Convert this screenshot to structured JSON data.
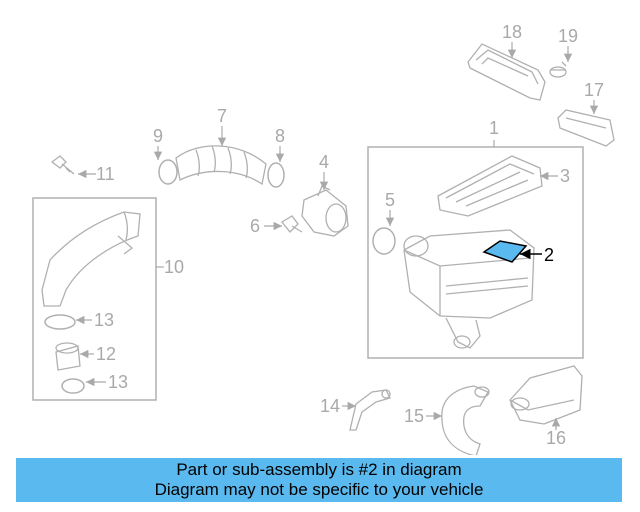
{
  "callouts": {
    "c1": "1",
    "c2": "2",
    "c3": "3",
    "c4": "4",
    "c5": "5",
    "c6": "6",
    "c7": "7",
    "c8": "8",
    "c9": "9",
    "c10": "10",
    "c11": "11",
    "c12": "12",
    "c13a": "13",
    "c13b": "13",
    "c14": "14",
    "c15": "15",
    "c16": "16",
    "c17": "17",
    "c18": "18",
    "c19": "19"
  },
  "highlighted_part": "2",
  "colors": {
    "part_lines": "#b0b0b0",
    "highlight_fill": "#5ab9ef",
    "footer_bg": "#5ab9ef"
  },
  "footer": {
    "line1": "Part or sub-assembly is #2 in diagram",
    "line2": "Diagram may not be specific to your vehicle"
  }
}
